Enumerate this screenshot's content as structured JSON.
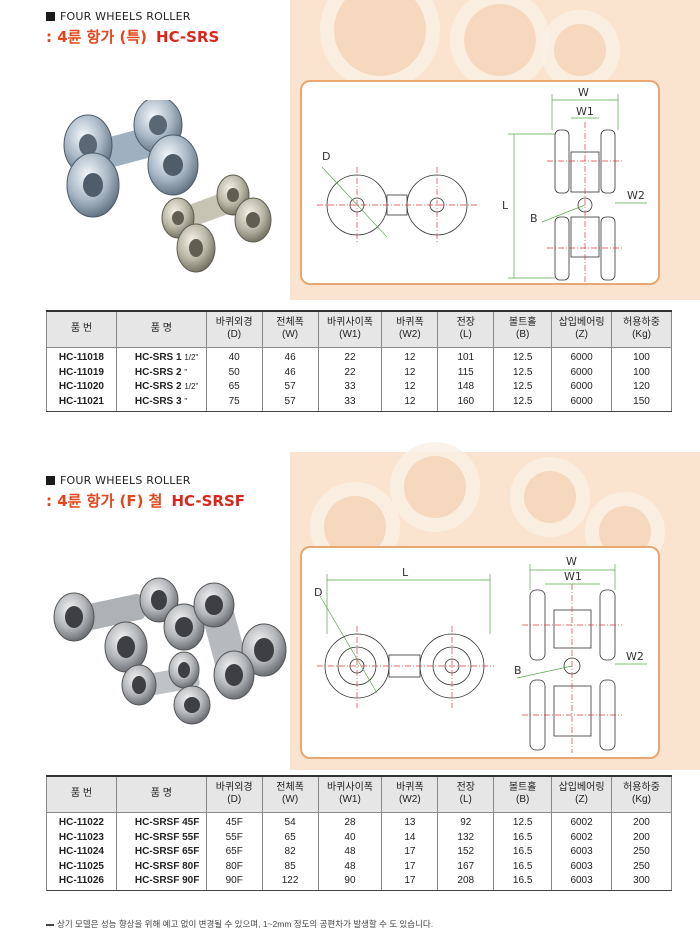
{
  "section1": {
    "label": "FOUR WHEELS ROLLER",
    "title_ko": ": 4륜 항가 (특)",
    "code": "HC-SRS",
    "drawing_labels": {
      "w": "W",
      "w1": "W1",
      "w2": "W2",
      "d": "D",
      "l": "L",
      "b": "B"
    },
    "table": {
      "headers": [
        {
          "top": "품 번",
          "bottom": ""
        },
        {
          "top": "품 명",
          "bottom": ""
        },
        {
          "top": "바퀴외경",
          "bottom": "(D)"
        },
        {
          "top": "전체폭",
          "bottom": "(W)"
        },
        {
          "top": "바퀴사이폭",
          "bottom": "(W1)"
        },
        {
          "top": "바퀴폭",
          "bottom": "(W2)"
        },
        {
          "top": "전장",
          "bottom": "(L)"
        },
        {
          "top": "볼트홀",
          "bottom": "(B)"
        },
        {
          "top": "삽입베어링",
          "bottom": "(Z)"
        },
        {
          "top": "허용하중",
          "bottom": "(Kg)"
        }
      ],
      "rows": [
        {
          "code": "HC-11018",
          "name": "HC-SRS  1",
          "frac": "1/2\"",
          "d": "40",
          "w": "46",
          "w1": "22",
          "w2": "12",
          "l": "101",
          "b": "12.5",
          "z": "6000",
          "kg": "100"
        },
        {
          "code": "HC-11019",
          "name": "HC-SRS  2",
          "frac": "\"",
          "d": "50",
          "w": "46",
          "w1": "22",
          "w2": "12",
          "l": "115",
          "b": "12.5",
          "z": "6000",
          "kg": "100"
        },
        {
          "code": "HC-11020",
          "name": "HC-SRS  2",
          "frac": "1/2\"",
          "d": "65",
          "w": "57",
          "w1": "33",
          "w2": "12",
          "l": "148",
          "b": "12.5",
          "z": "6000",
          "kg": "120"
        },
        {
          "code": "HC-11021",
          "name": "HC-SRS  3",
          "frac": "\"",
          "d": "75",
          "w": "57",
          "w1": "33",
          "w2": "12",
          "l": "160",
          "b": "12.5",
          "z": "6000",
          "kg": "150"
        }
      ]
    }
  },
  "section2": {
    "label": "FOUR WHEELS ROLLER",
    "title_ko": ": 4륜 항가 (F) 철",
    "code": "HC-SRSF",
    "drawing_labels": {
      "w": "W",
      "w1": "W1",
      "w2": "W2",
      "d": "D",
      "l": "L",
      "b": "B"
    },
    "table": {
      "headers": [
        {
          "top": "품 번",
          "bottom": ""
        },
        {
          "top": "품 명",
          "bottom": ""
        },
        {
          "top": "바퀴외경",
          "bottom": "(D)"
        },
        {
          "top": "전체폭",
          "bottom": "(W)"
        },
        {
          "top": "바퀴사이폭",
          "bottom": "(W1)"
        },
        {
          "top": "바퀴폭",
          "bottom": "(W2)"
        },
        {
          "top": "전장",
          "bottom": "(L)"
        },
        {
          "top": "볼트홀",
          "bottom": "(B)"
        },
        {
          "top": "삽입베어링",
          "bottom": "(Z)"
        },
        {
          "top": "허용하중",
          "bottom": "(Kg)"
        }
      ],
      "rows": [
        {
          "code": "HC-11022",
          "name": "HC-SRSF  45F",
          "frac": "",
          "d": "45F",
          "w": "54",
          "w1": "28",
          "w2": "13",
          "l": "92",
          "b": "12.5",
          "z": "6002",
          "kg": "200"
        },
        {
          "code": "HC-11023",
          "name": "HC-SRSF  55F",
          "frac": "",
          "d": "55F",
          "w": "65",
          "w1": "40",
          "w2": "14",
          "l": "132",
          "b": "16.5",
          "z": "6002",
          "kg": "200"
        },
        {
          "code": "HC-11024",
          "name": "HC-SRSF  65F",
          "frac": "",
          "d": "65F",
          "w": "82",
          "w1": "48",
          "w2": "17",
          "l": "152",
          "b": "16.5",
          "z": "6003",
          "kg": "250"
        },
        {
          "code": "HC-11025",
          "name": "HC-SRSF  80F",
          "frac": "",
          "d": "80F",
          "w": "85",
          "w1": "48",
          "w2": "17",
          "l": "167",
          "b": "16.5",
          "z": "6003",
          "kg": "250"
        },
        {
          "code": "HC-11026",
          "name": "HC-SRSF  90F",
          "frac": "",
          "d": "90F",
          "w": "122",
          "w1": "90",
          "w2": "17",
          "l": "208",
          "b": "16.5",
          "z": "6003",
          "kg": "300"
        }
      ]
    }
  },
  "footer": {
    "note": "상기 모델은 성능 향상을 위해 예고 없이 변경될 수 있으며, 1~2mm 정도의 공편차가 발생할 수 도 있습니다."
  },
  "colors": {
    "accent": "#e4471c",
    "band": "#fbe4cf",
    "frame": "#e8a771",
    "dim_line": "#5aa84a",
    "center_line": "#e03a3a"
  }
}
